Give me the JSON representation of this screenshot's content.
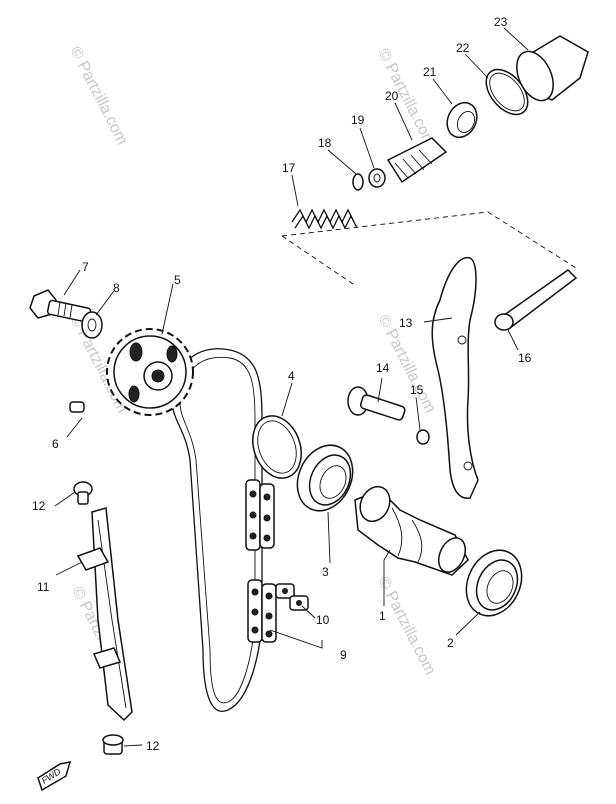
{
  "watermark": "© Partzilla.com",
  "fwd_label": "FWD",
  "callouts": {
    "p1": "1",
    "p2": "2",
    "p3": "3",
    "p4": "4",
    "p5": "5",
    "p6": "6",
    "p7": "7",
    "p8": "8",
    "p9": "9",
    "p10": "10",
    "p11": "11",
    "p12a": "12",
    "p12b": "12",
    "p13": "13",
    "p14": "14",
    "p15": "15",
    "p16": "16",
    "p17": "17",
    "p18": "18",
    "p19": "19",
    "p20": "20",
    "p21": "21",
    "p22": "22",
    "p23": "23"
  }
}
